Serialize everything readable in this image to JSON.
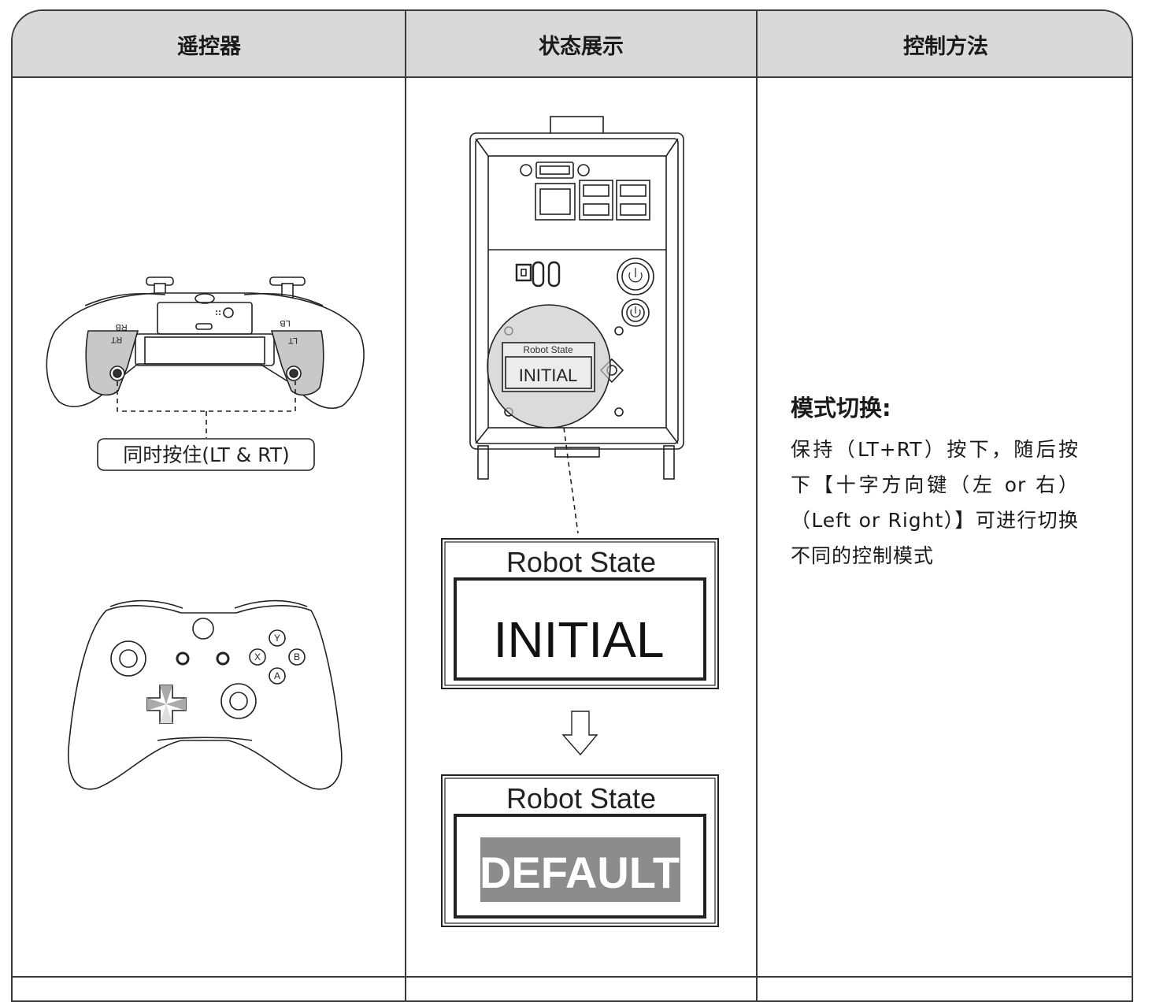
{
  "table": {
    "headers": [
      "遥控器",
      "状态展示",
      "控制方法"
    ]
  },
  "controller": {
    "rb_label": "RB",
    "rt_label": "RT",
    "lb_label": "LB",
    "lt_label": "LT",
    "hold_label": "同时按住(LT & RT)",
    "face_buttons": {
      "y": "Y",
      "x": "X",
      "b": "B",
      "a": "A"
    }
  },
  "status": {
    "small_panel_title": "Robot State",
    "small_panel_value": "INITIAL",
    "display1_title": "Robot State",
    "display1_value": "INITIAL",
    "display2_title": "Robot State",
    "display2_value": "DEFAULT"
  },
  "method": {
    "title": "模式切换:",
    "body": "保持（LT+RT）按下，随后按下【十字方向键（左 or 右）（Left or Right）】可进行切换不同的控制模式"
  },
  "colors": {
    "header_bg": "#d9d9d9",
    "line": "#3a3a3a",
    "highlight_gray": "#c8c8c8",
    "default_bg": "#8c8c8c"
  }
}
